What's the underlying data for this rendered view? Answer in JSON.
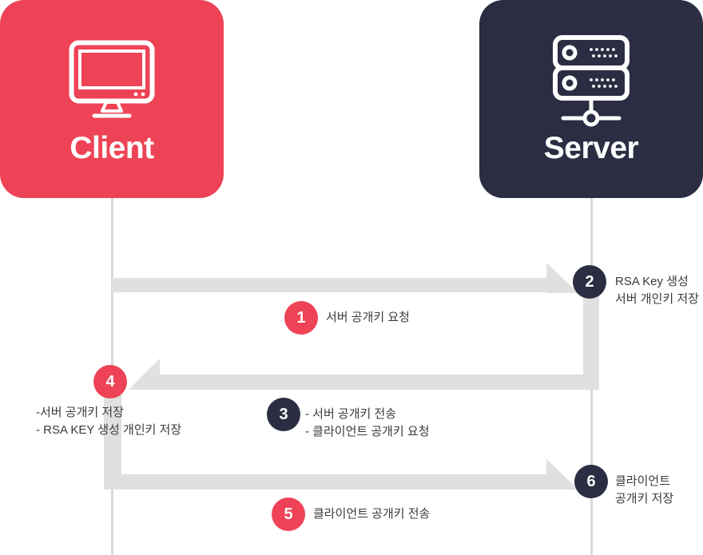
{
  "colors": {
    "red": "#ee4356",
    "navy": "#2b2e42",
    "band": "#e0e0e0",
    "lifeline": "#d9d9d9",
    "text": "#3b3b3b",
    "white": "#ffffff"
  },
  "actors": {
    "client": {
      "label": "Client",
      "icon": "monitor-icon"
    },
    "server": {
      "label": "Server",
      "icon": "server-rack-icon"
    }
  },
  "steps": [
    {
      "num": "1",
      "line1": "서버 공개키 요청",
      "line2": ""
    },
    {
      "num": "2",
      "line1": "RSA Key 생성",
      "line2": "서버 개인키 저장"
    },
    {
      "num": "3",
      "line1": "- 서버 공개키 전송",
      "line2": "- 클라이언트 공개키 요청"
    },
    {
      "num": "4",
      "line1": "-서버 공개키 저장",
      "line2": "- RSA KEY 생성 개인키 저장"
    },
    {
      "num": "5",
      "line1": "클라이언트 공개키 전송",
      "line2": ""
    },
    {
      "num": "6",
      "line1": "클라이언트",
      "line2": "공개키 저장"
    }
  ]
}
